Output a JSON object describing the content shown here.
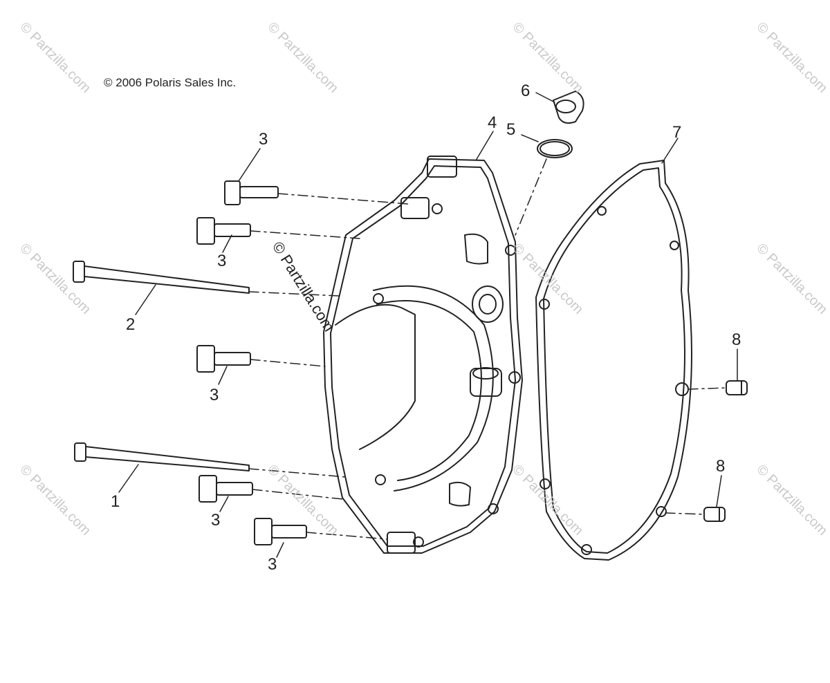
{
  "copyright": "© 2006 Polaris Sales Inc.",
  "watermark": "© Partzilla.com",
  "callouts": {
    "c1": "1",
    "c2": "2",
    "c3a": "3",
    "c3b": "3",
    "c3c": "3",
    "c3d": "3",
    "c3e": "3",
    "c4": "4",
    "c5": "5",
    "c6": "6",
    "c7": "7",
    "c8a": "8",
    "c8b": "8"
  },
  "colors": {
    "line": "#222222",
    "watermark": "#c9c9c9"
  }
}
